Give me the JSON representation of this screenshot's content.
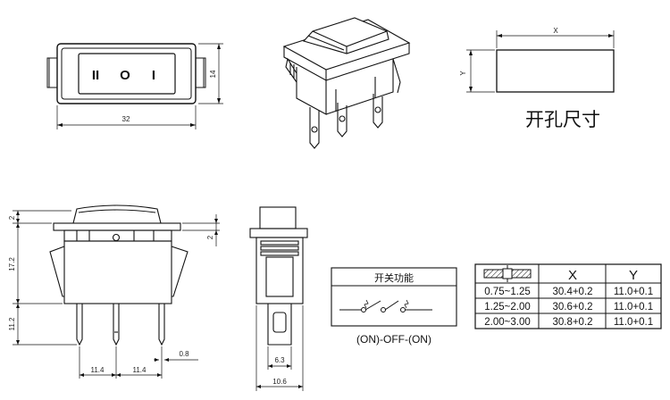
{
  "top_view": {
    "symbols": [
      "II",
      "O",
      "I"
    ],
    "width_label": "32",
    "height_label": "14"
  },
  "cutout": {
    "x_label": "X",
    "y_label": "Y",
    "title": "开孔尺寸"
  },
  "side_view": {
    "top_gap_label": "2",
    "body_label": "17.2",
    "terminal_label": "11.2",
    "right_gap_label": "2",
    "pin_spacing_left": "11.4",
    "pin_spacing_right": "11.4",
    "pin_thickness_label": "0.8"
  },
  "end_view": {
    "terminal_width_label": "6.3",
    "body_width_label": "10.6"
  },
  "function_box": {
    "title": "开关功能",
    "caption": "(ON)-OFF-(ON)"
  },
  "size_table": {
    "headers": [
      "X",
      "Y"
    ],
    "rows": [
      [
        "0.75~1.25",
        "30.4+0.2",
        "11.0+0.1"
      ],
      [
        "1.25~2.00",
        "30.6+0.2",
        "11.0+0.1"
      ],
      [
        "2.00~3.00",
        "30.8+0.2",
        "11.0+0.1"
      ]
    ]
  }
}
